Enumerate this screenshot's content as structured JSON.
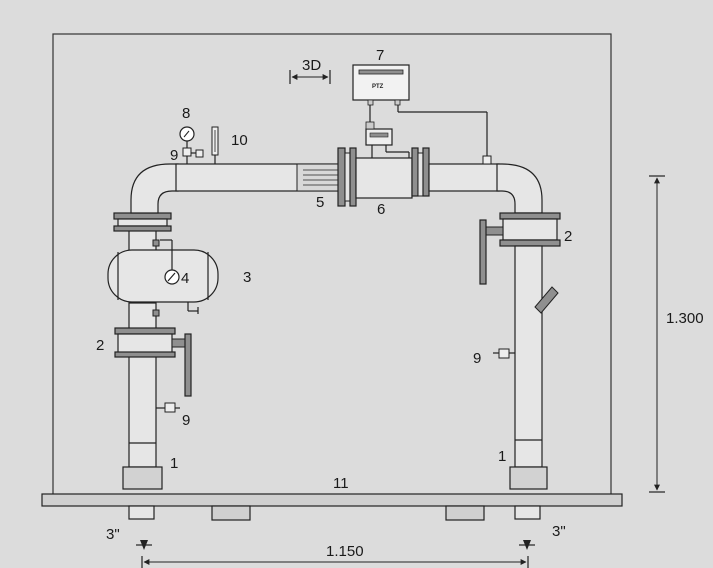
{
  "colors": {
    "background": "#dcdcdc",
    "pipe": "#e6e6e6",
    "flange": "#8f8f8f",
    "outline": "#222222"
  },
  "labels": {
    "straight_pipe_left": "1",
    "straight_pipe_right": "1",
    "valve_left": "2",
    "valve_right": "2",
    "separator": "3",
    "separator_gauge": "4",
    "flow_conditioner": "5",
    "meter_run": "6",
    "transmitter": "7",
    "pressure_gauge": "8",
    "bleed_valve_top": "9",
    "bleed_valve_left": "9",
    "bleed_valve_right": "9",
    "thermometer": "10",
    "base_skid": "11",
    "upstream_length": "3D",
    "transmitter_text": "PTZ"
  },
  "dimensions": {
    "height": "1.300",
    "width": "1.150",
    "inlet_size": "3\"",
    "outlet_size": "3\""
  }
}
